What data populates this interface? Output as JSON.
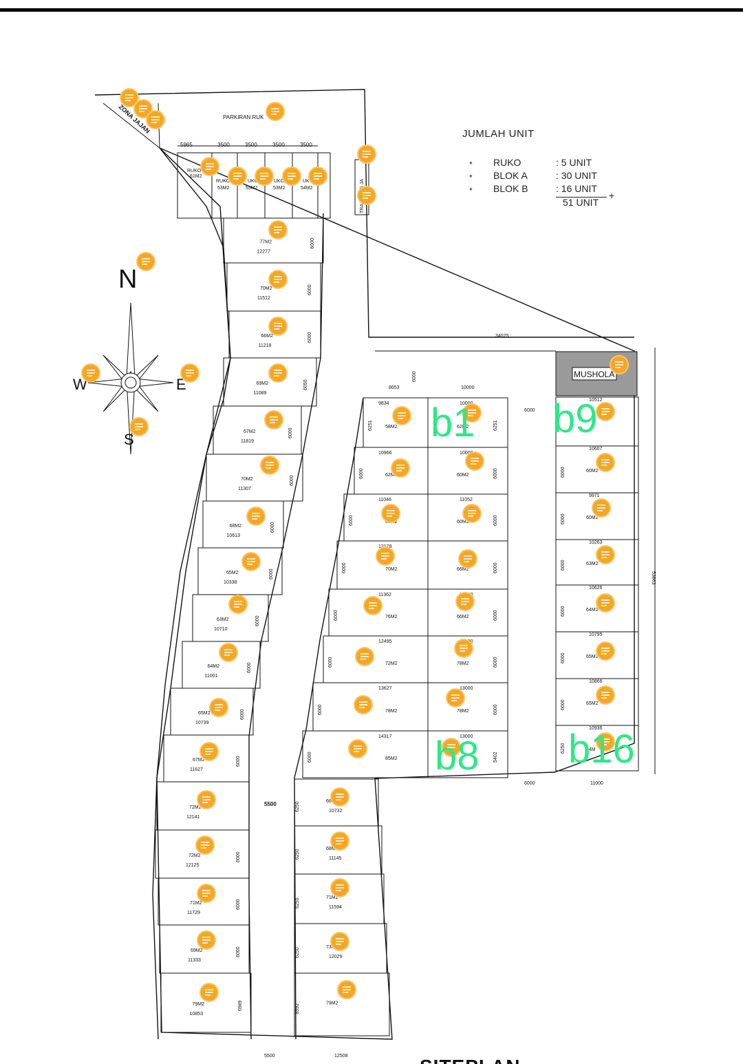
{
  "title": "SITEPLAN",
  "summary": {
    "heading": "JUMLAH UNIT",
    "rows": [
      {
        "label": "RUKO",
        "value": ":  5 UNIT"
      },
      {
        "label": "BLOK A",
        "value": ": 30 UNIT"
      },
      {
        "label": "BLOK B",
        "value": ": 16 UNIT"
      }
    ],
    "total": "51 UNIT",
    "plus": "+"
  },
  "compass": {
    "n": "N",
    "s": "S",
    "e": "E",
    "w": "W"
  },
  "zones": {
    "parkiran": "PARKIRAN  RUK",
    "zona_jajan": "ZONA JAJAN",
    "pos_jaga": "POS JA",
    "trafo": "TRA",
    "musholla": "MUSHOLA"
  },
  "block_tags": {
    "b1": "b1",
    "b9": "b9",
    "b8": "b8",
    "b16": "b16"
  },
  "top_dims": [
    "5965",
    "3500",
    "3500",
    "3500",
    "3500"
  ],
  "ruko": [
    {
      "name": "RUKO",
      "area": "61M2"
    },
    {
      "name": "RUKO",
      "area": "53M2"
    },
    {
      "name": "UKO",
      "area": "53M2"
    },
    {
      "name": "UKO",
      "area": "53M2"
    },
    {
      "name": "UKC",
      "area": "54M2"
    }
  ],
  "left_lots": [
    {
      "area": "77M2",
      "dim": "12277",
      "depth": "6000"
    },
    {
      "area": "70M2",
      "dim": "11512",
      "depth": "6000"
    },
    {
      "area": "66M2",
      "dim": "11218",
      "depth": "6000"
    },
    {
      "area": "69M2",
      "dim": "11089",
      "depth": "6050"
    },
    {
      "area": "67M2",
      "dim": "11819",
      "depth": "6000"
    },
    {
      "area": "70M2",
      "dim": "11307",
      "depth": "6000"
    },
    {
      "area": "68M2",
      "dim": "10613",
      "depth": "6000"
    },
    {
      "area": "65M2",
      "dim": "10338",
      "depth": "6000"
    },
    {
      "area": "63M2",
      "dim": "10710",
      "depth": "6000"
    },
    {
      "area": "64M2",
      "dim": "11001",
      "depth": "6000"
    },
    {
      "area": "65M2",
      "dim": "10739",
      "depth": "6000"
    },
    {
      "area": "67M2",
      "dim": "11627",
      "depth": "6000"
    },
    {
      "area": "72M2",
      "dim": "12141",
      "depth": ""
    },
    {
      "area": "72M2",
      "dim": "12125",
      "depth": "6000"
    },
    {
      "area": "71M2",
      "dim": "11729",
      "depth": "6000"
    },
    {
      "area": "69M2",
      "dim": "11333",
      "depth": "6000"
    },
    {
      "area": "79M2",
      "dim": "10853",
      "depth": "6989"
    }
  ],
  "road_dims": {
    "mid": "5500",
    "bottom": "5500",
    "bottom_right": "12508"
  },
  "center_left": [
    {
      "area": "58M2",
      "dim": "9834",
      "depth": "6251"
    },
    {
      "area": "62M2",
      "dim": "10966",
      "depth": "6000"
    },
    {
      "area": "69M2",
      "dim": "11046",
      "depth": "6000"
    },
    {
      "area": "70M2",
      "dim": "12178",
      "depth": "6000"
    },
    {
      "area": "76M2",
      "dim": "11362",
      "depth": "6000"
    },
    {
      "area": "72M2",
      "dim": "12495",
      "depth": "6000"
    },
    {
      "area": "78M2",
      "dim": "13627",
      "depth": "6000"
    },
    {
      "area": "85M2",
      "dim": "14317",
      "depth": "6000"
    }
  ],
  "center_right": [
    {
      "area": "62M2",
      "dim": "10000",
      "depth": "6251"
    },
    {
      "area": "60M2",
      "dim": "10000",
      "depth": "6000"
    },
    {
      "area": "60M2",
      "dim": "11052",
      "depth": "6000"
    },
    {
      "area": "66M2",
      "dim": "",
      "depth": "6000"
    },
    {
      "area": "66M2",
      "dim": "13000",
      "depth": "6000"
    },
    {
      "area": "78M2",
      "dim": "13000",
      "depth": "6000"
    },
    {
      "area": "78M2",
      "dim": "13000",
      "depth": "6000"
    },
    {
      "area": "",
      "dim": "13000",
      "depth": "5402"
    }
  ],
  "center_top_dims": {
    "left": "8653",
    "right": "10000",
    "gap": "6000",
    "road": "6000"
  },
  "right_lots": [
    {
      "area": "",
      "dim": "10512"
    },
    {
      "area": "60M2",
      "dim": "10607"
    },
    {
      "area": "60M2",
      "dim": "9971"
    },
    {
      "area": "63M2",
      "dim": "10263"
    },
    {
      "area": "64M2",
      "dim": "10626"
    },
    {
      "area": "65M2",
      "dim": "10795"
    },
    {
      "area": "65M2",
      "dim": "10866"
    },
    {
      "area": "64M",
      "dim": "10936"
    }
  ],
  "right_bottom_dims": {
    "gap": "6000",
    "width": "11000",
    "depth": "6250",
    "overall": "53863",
    "top": "34025"
  },
  "lower_center": [
    {
      "area": "66M2",
      "dim": "10732",
      "depth": "6250"
    },
    {
      "area": "68M2",
      "dim": "11145",
      "depth": "6250"
    },
    {
      "area": "71M2",
      "dim": "11594",
      "depth": "6250"
    },
    {
      "area": "73M2",
      "dim": "12029",
      "depth": "6250"
    },
    {
      "area": "79M2",
      "dim": "",
      "depth": "8592"
    }
  ]
}
